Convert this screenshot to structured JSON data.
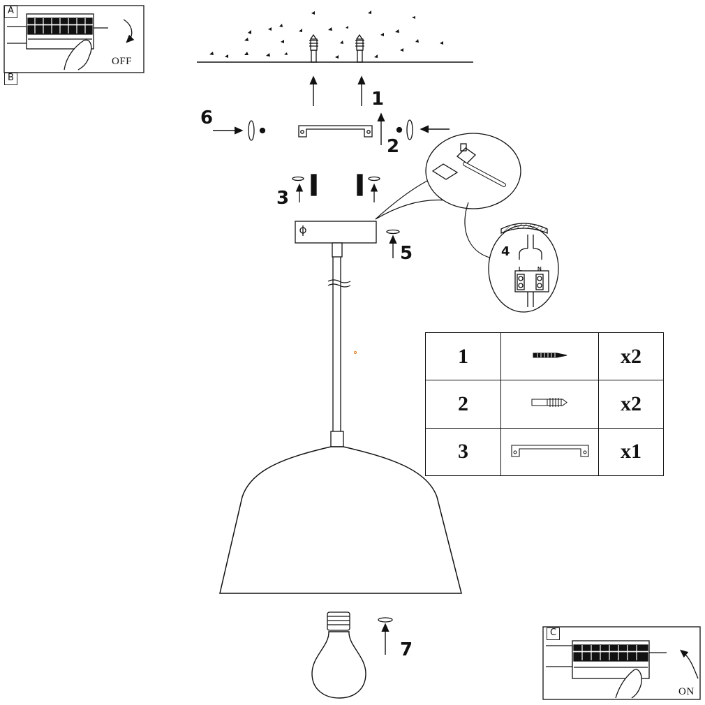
{
  "panels": {
    "off": {
      "tag_top": "A",
      "tag_bottom": "B",
      "label": "OFF"
    },
    "on": {
      "tag": "C",
      "label": "ON"
    }
  },
  "steps": [
    "1",
    "2",
    "3",
    "4",
    "5",
    "6",
    "7"
  ],
  "wiring": {
    "live": "L",
    "neutral": "N"
  },
  "parts": [
    {
      "num": "1",
      "icon": "screw-icon",
      "qty": "x2"
    },
    {
      "num": "2",
      "icon": "wall-plug-icon",
      "qty": "x2"
    },
    {
      "num": "3",
      "icon": "mounting-bracket-icon",
      "qty": "x1"
    }
  ]
}
